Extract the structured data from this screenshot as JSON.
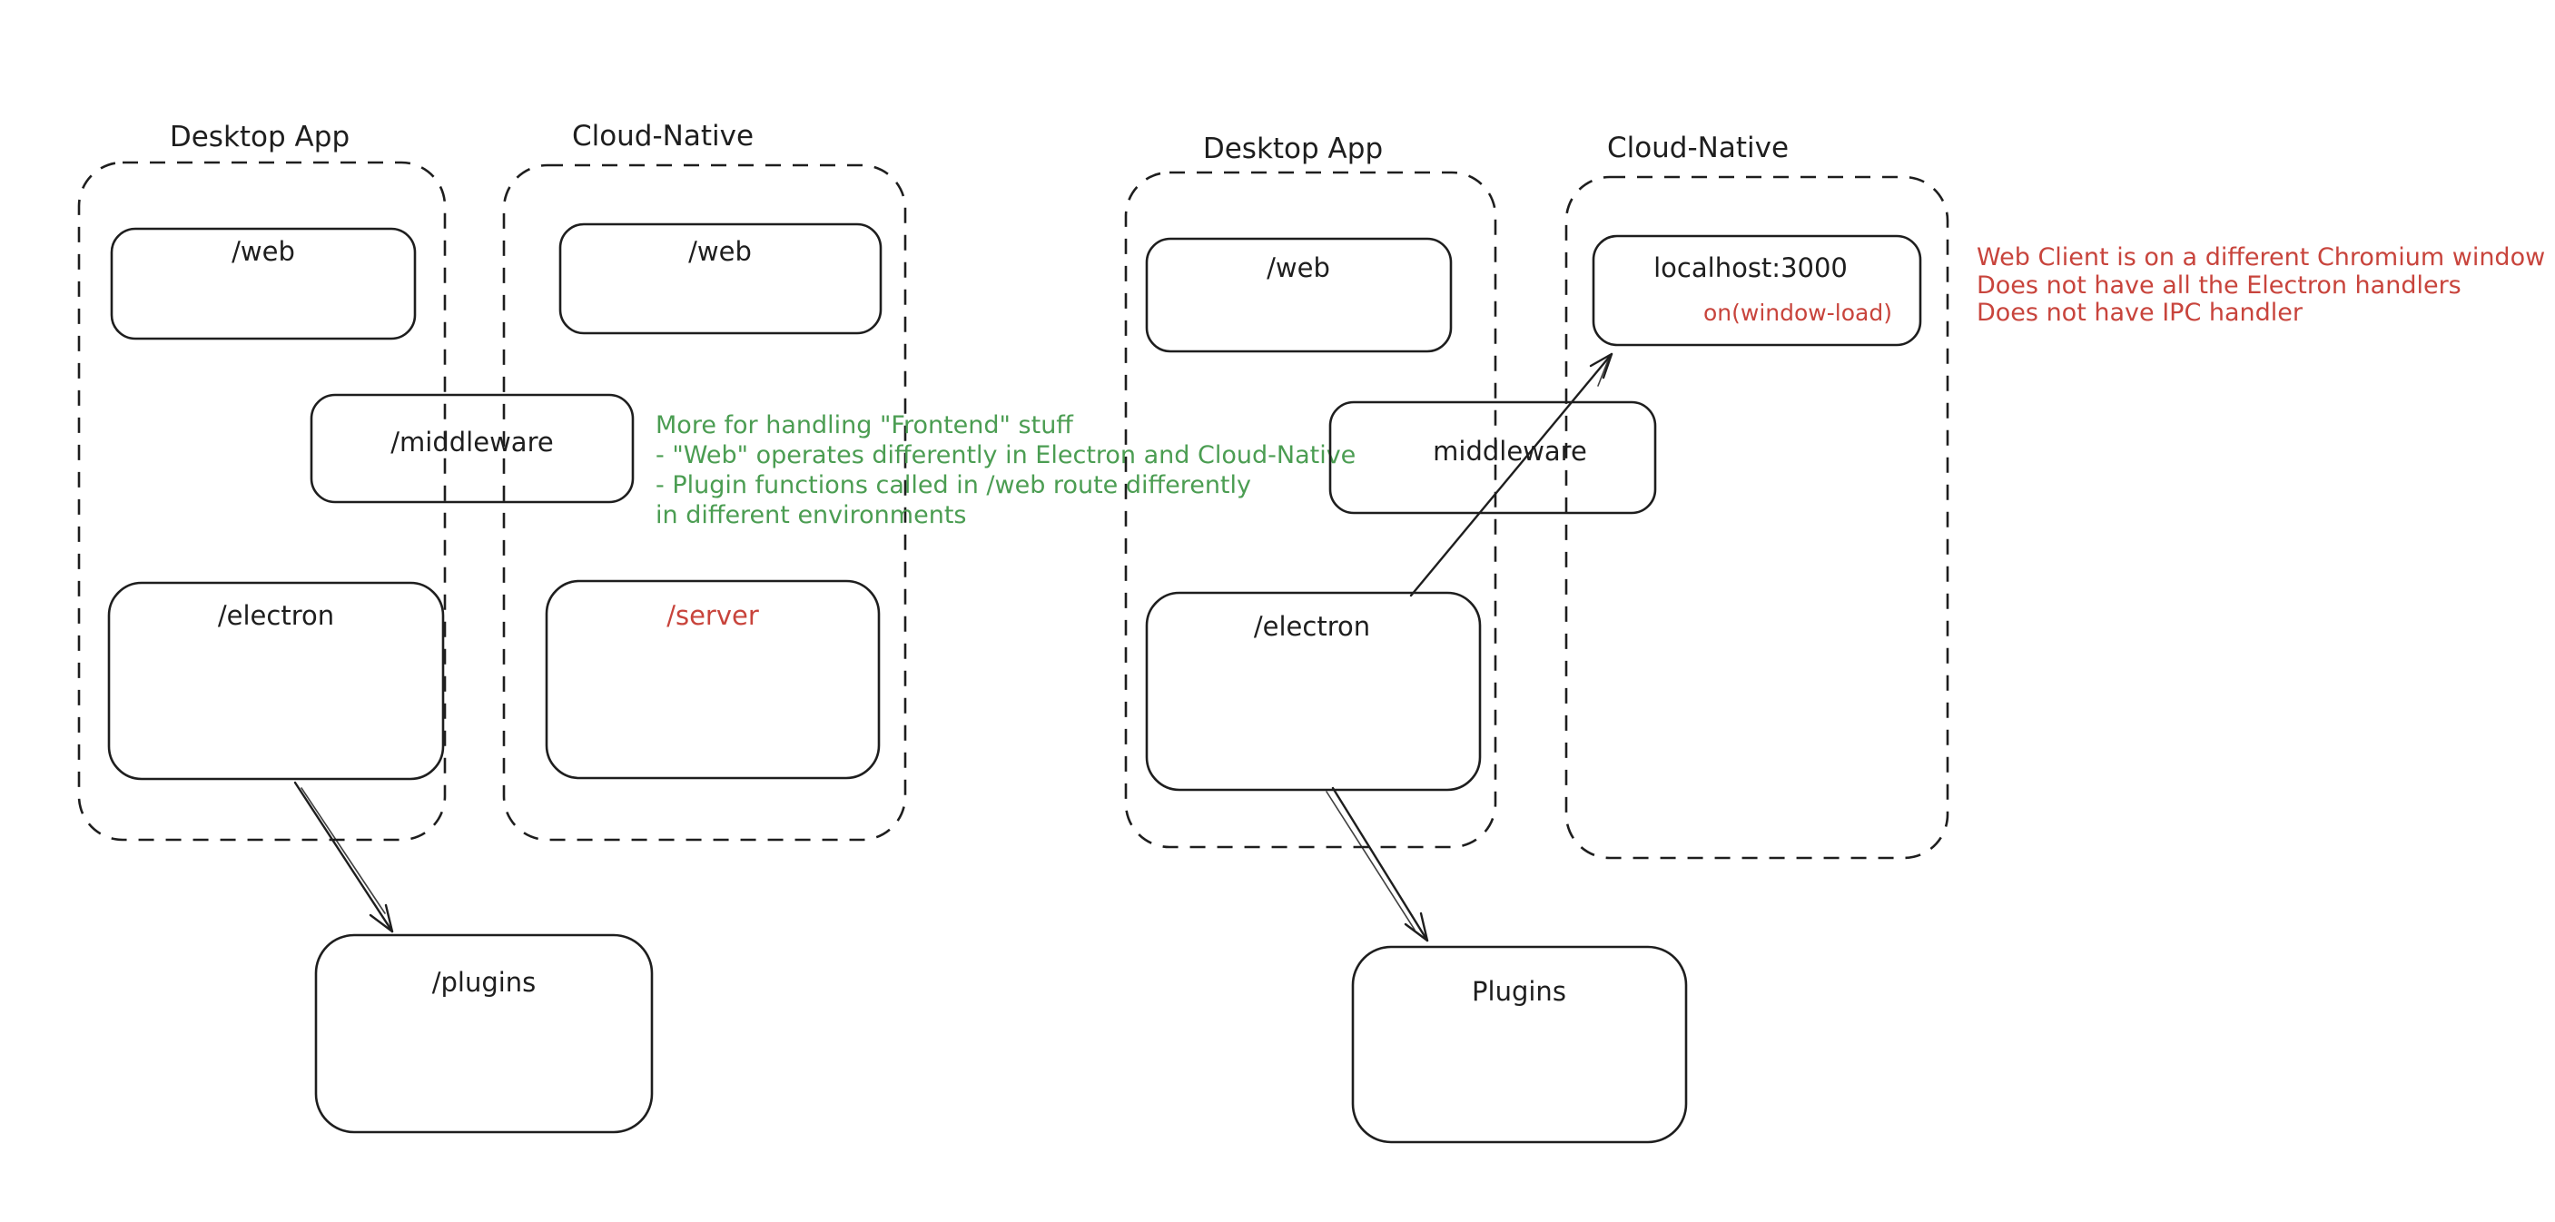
{
  "colors": {
    "ink": "#1e1e1e",
    "red": "#c8443c",
    "green": "#4b9d52",
    "background": "#ffffff"
  },
  "left": {
    "desktop": {
      "title": "Desktop App",
      "web": "/web",
      "electron": "/electron"
    },
    "cloud": {
      "title": "Cloud-Native",
      "web": "/web",
      "server": "/server"
    },
    "middleware": "/middleware",
    "plugins": "/plugins",
    "note": {
      "lines": [
        "More for handling \"Frontend\" stuff",
        "- \"Web\" operates differently in Electron and Cloud-Native",
        "- Plugin functions called in /web route differently",
        "in different environments"
      ]
    }
  },
  "right": {
    "desktop": {
      "title": "Desktop App",
      "web": "/web",
      "electron": "/electron"
    },
    "cloud": {
      "title": "Cloud-Native",
      "localhost": "localhost:3000",
      "on_window_load": "on(window-load)"
    },
    "middleware": "middleware",
    "plugins": "Plugins",
    "note": {
      "lines": [
        "Web Client is on a different Chromium window",
        "Does not have all the Electron handlers",
        "Does not have IPC handler"
      ]
    }
  }
}
